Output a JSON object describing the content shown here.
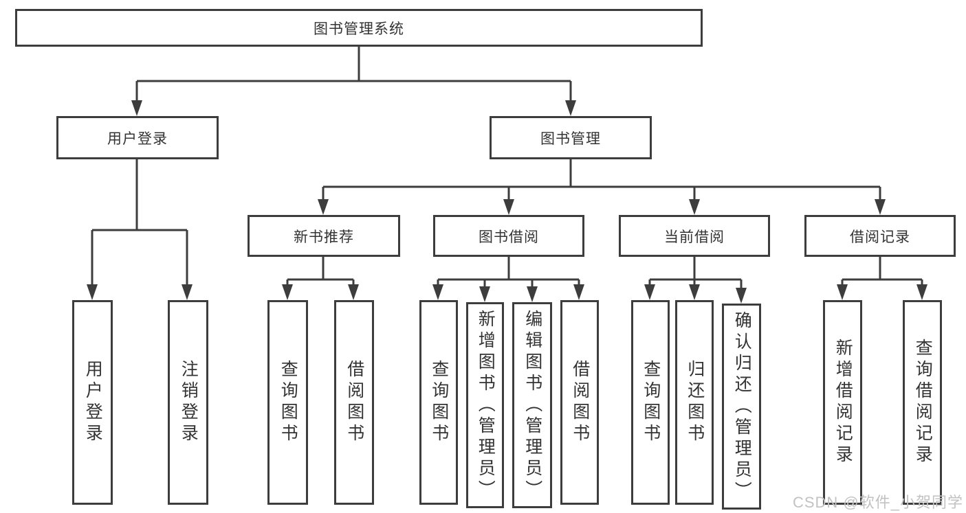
{
  "diagram": {
    "type": "tree",
    "root": {
      "label": "图书管理系统",
      "children": [
        {
          "label": "用户登录",
          "children": [
            {
              "label": "用户登录"
            },
            {
              "label": "注销登录"
            }
          ]
        },
        {
          "label": "图书管理",
          "children": [
            {
              "label": "新书推荐",
              "children": [
                {
                  "label": "查询图书"
                },
                {
                  "label": "借阅图书"
                }
              ]
            },
            {
              "label": "图书借阅",
              "children": [
                {
                  "label": "查询图书"
                },
                {
                  "label": "新增图书（管理员）"
                },
                {
                  "label": "编辑图书（管理员）"
                },
                {
                  "label": "借阅图书"
                }
              ]
            },
            {
              "label": "当前借阅",
              "children": [
                {
                  "label": "查询图书"
                },
                {
                  "label": "归还图书"
                },
                {
                  "label": "确认归还（管理员）"
                }
              ]
            },
            {
              "label": "借阅记录",
              "children": [
                {
                  "label": "新增借阅记录"
                },
                {
                  "label": "查询借阅记录"
                }
              ]
            }
          ]
        }
      ]
    },
    "colors": {
      "line": "#3d3d3d",
      "box_border": "#3d3d3d",
      "box_fill": "#ffffff",
      "text": "#333333",
      "background": "#ffffff"
    }
  },
  "watermark": {
    "text": "CSDN @软件_小贺同学",
    "color": "#c2c2c2"
  }
}
